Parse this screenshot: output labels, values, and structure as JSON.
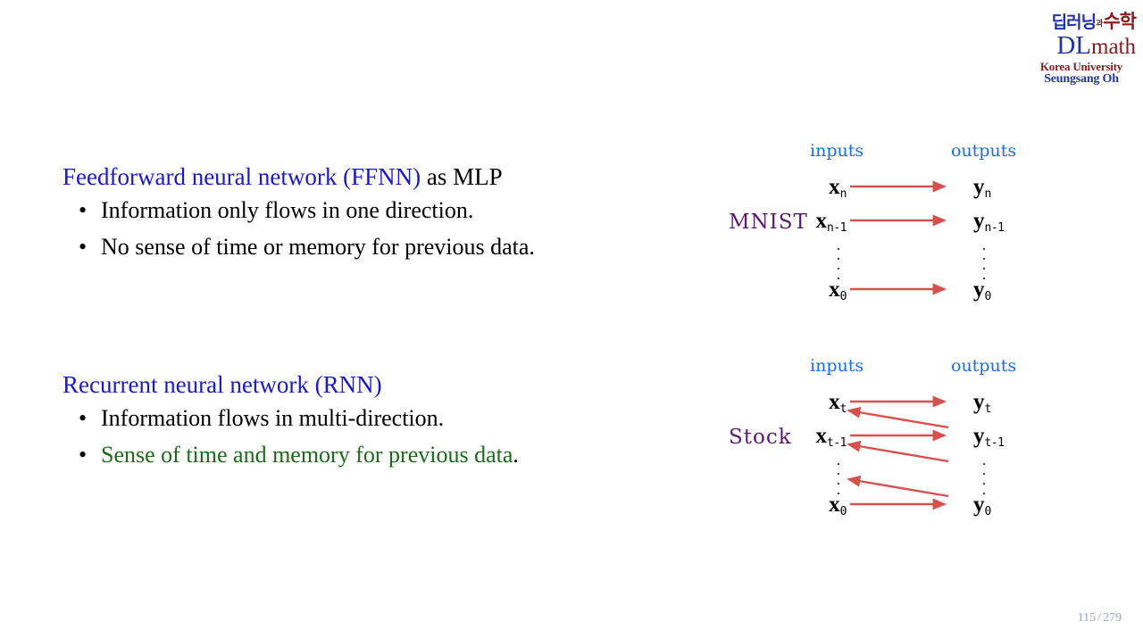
{
  "logo": {
    "hangul_blue": "딥러닝",
    "hangul_small": "과",
    "hangul_red": "수학",
    "dl": "DL",
    "math": "math",
    "university": "Korea University",
    "author": "Seungsang Oh",
    "colors": {
      "blue": "#2233aa",
      "red": "#8b1a1a"
    }
  },
  "ffnn": {
    "heading_highlight": "Feedforward neural network (FFNN)",
    "heading_tail": " as MLP",
    "bullets": [
      {
        "bullet": "•",
        "text": "Information only flows in one direction.",
        "color": "#000000"
      },
      {
        "bullet": "•",
        "text": "No sense of time or memory for previous data.",
        "color": "#000000"
      }
    ]
  },
  "rnn": {
    "heading_highlight": "Recurrent neural network (RNN)",
    "heading_tail": "",
    "bullets": [
      {
        "bullet": "•",
        "text": "Information flows in multi-direction.",
        "color": "#000000"
      },
      {
        "bullet": "•",
        "text": "Sense of time and memory for previous data",
        "period": ".",
        "color": "#1a6b1a"
      }
    ]
  },
  "diagram_ffnn": {
    "dataset": "MNIST",
    "inputs_label": "inputs",
    "outputs_label": "outputs",
    "inputs": [
      {
        "base": "x",
        "sub": "n"
      },
      {
        "base": "x",
        "sub": "n-1"
      },
      {
        "base": "x",
        "sub": "0"
      }
    ],
    "outputs": [
      {
        "base": "y",
        "sub": "n"
      },
      {
        "base": "y",
        "sub": "n-1"
      },
      {
        "base": "y",
        "sub": "0"
      }
    ],
    "dots": "⋮",
    "arrow_color": "#d4514e",
    "arrow_direction": "forward-only"
  },
  "diagram_rnn": {
    "dataset": "Stock",
    "inputs_label": "inputs",
    "outputs_label": "outputs",
    "inputs": [
      {
        "base": "x",
        "sub": "t"
      },
      {
        "base": "x",
        "sub": "t-1"
      },
      {
        "base": "x",
        "sub": "0"
      }
    ],
    "outputs": [
      {
        "base": "y",
        "sub": "t"
      },
      {
        "base": "y",
        "sub": "t-1"
      },
      {
        "base": "y",
        "sub": "0"
      }
    ],
    "dots": "⋮",
    "arrow_color": "#d4514e",
    "arrow_direction": "bidirectional-recurrent"
  },
  "footer": {
    "current_page": "115",
    "separator": "/",
    "total_pages": "279"
  }
}
